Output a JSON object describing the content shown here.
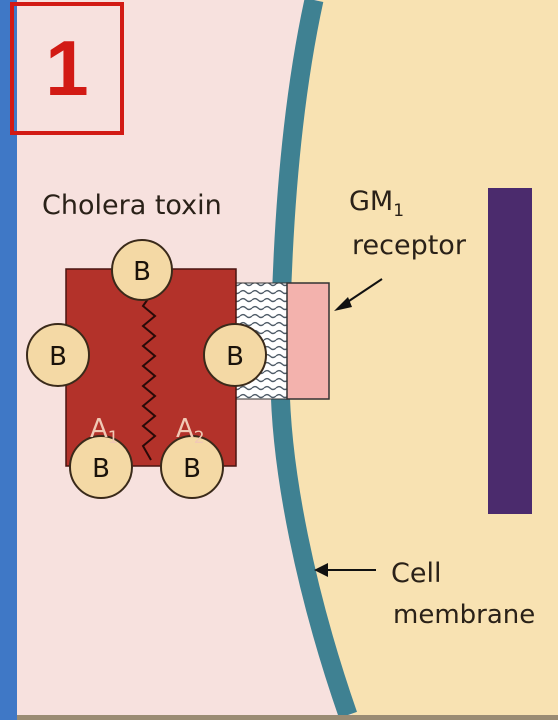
{
  "panel_number": "1",
  "labels": {
    "cholera_toxin": "Cholera toxin",
    "gm_receptor_main": "GM",
    "gm_receptor_sub": "1",
    "receptor": "receptor",
    "cell": "Cell",
    "membrane": "membrane"
  },
  "subunits": {
    "b": "B",
    "a1_main": "A",
    "a1_sub": "1",
    "a2_main": "A",
    "a2_sub": "2"
  },
  "colors": {
    "background_blue": "#3f78c6",
    "extracellular": "#f7e1de",
    "cytoplasm": "#f8e2b2",
    "membrane": "#3f8192",
    "toxin_a": "#b3322a",
    "toxin_b": "#f4d9a5",
    "receptor": "#f3b2ad",
    "bar": "#4b2b6d",
    "frame_red": "#d21a14"
  }
}
